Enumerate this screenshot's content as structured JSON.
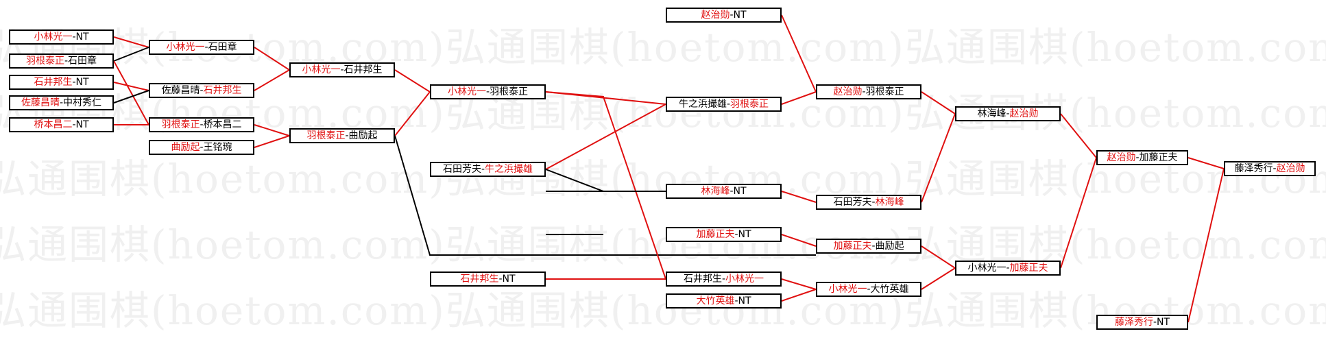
{
  "watermark": {
    "text": "弘通围棋(hoetom.com)弘通围棋(hoetom.com)弘通围棋(hoetom.com)"
  },
  "colors": {
    "winner": "#e01010",
    "loser": "#000000",
    "wire_win": "#e01010",
    "wire_lose": "#000000"
  },
  "matches": {
    "m1": {
      "p1": "小林光一",
      "sep": "-",
      "p2": "NT",
      "winner": "p1"
    },
    "m2": {
      "p1": "羽根泰正",
      "sep": "-",
      "p2": "石田章",
      "winner": "p1"
    },
    "m3": {
      "p1": "石井邦生",
      "sep": "-",
      "p2": "NT",
      "winner": "p1"
    },
    "m4": {
      "p1": "佐藤昌晴",
      "sep": "-",
      "p2": "中村秀仁",
      "winner": "p1"
    },
    "m5": {
      "p1": "桥本昌二",
      "sep": "-",
      "p2": "NT",
      "winner": "p1"
    },
    "m6": {
      "p1": "小林光一",
      "sep": "-",
      "p2": "石田章",
      "winner": "p1"
    },
    "m7": {
      "p1": "佐藤昌晴",
      "sep": "-",
      "p2": "石井邦生",
      "winner": "p2"
    },
    "m8": {
      "p1": "羽根泰正",
      "sep": "-",
      "p2": "桥本昌二",
      "winner": "p1"
    },
    "m9": {
      "p1": "曲励起",
      "sep": "-",
      "p2": "王铭琬",
      "winner": "p1"
    },
    "m10": {
      "p1": "小林光一",
      "sep": "-",
      "p2": "石井邦生",
      "winner": "p1"
    },
    "m11": {
      "p1": "羽根泰正",
      "sep": "-",
      "p2": "曲励起",
      "winner": "p1"
    },
    "m12": {
      "p1": "小林光一",
      "sep": "-",
      "p2": "羽根泰正",
      "winner": "p1"
    },
    "m13": {
      "p1": "石田芳夫",
      "sep": "-",
      "p2": "牛之浜撮雄",
      "winner": "p2"
    },
    "m14": {
      "p1": "石井邦生",
      "sep": "-",
      "p2": "NT",
      "winner": "p1"
    },
    "m15": {
      "p1": "赵治勋",
      "sep": "-",
      "p2": "NT",
      "winner": "p1"
    },
    "m16": {
      "p1": "牛之浜撮雄",
      "sep": "-",
      "p2": "羽根泰正",
      "winner": "p2"
    },
    "m17": {
      "p1": "林海峰",
      "sep": "-",
      "p2": "NT",
      "winner": "p1"
    },
    "m18": {
      "p1": "加藤正夫",
      "sep": "-",
      "p2": "NT",
      "winner": "p1"
    },
    "m19": {
      "p1": "石井邦生",
      "sep": "-",
      "p2": "小林光一",
      "winner": "p2"
    },
    "m20": {
      "p1": "大竹英雄",
      "sep": "-",
      "p2": "NT",
      "winner": "p1"
    },
    "m21": {
      "p1": "赵治勋",
      "sep": "-",
      "p2": "羽根泰正",
      "winner": "p1"
    },
    "m22": {
      "p1": "石田芳夫",
      "sep": "-",
      "p2": "林海峰",
      "winner": "p2"
    },
    "m23": {
      "p1": "加藤正夫",
      "sep": "-",
      "p2": "曲励起",
      "winner": "p1"
    },
    "m24": {
      "p1": "小林光一",
      "sep": "-",
      "p2": "大竹英雄",
      "winner": "p1"
    },
    "m25": {
      "p1": "林海峰",
      "sep": "-",
      "p2": "赵治勋",
      "winner": "p2"
    },
    "m26": {
      "p1": "小林光一",
      "sep": "-",
      "p2": "加藤正夫",
      "winner": "p2"
    },
    "m27": {
      "p1": "赵治勋",
      "sep": "-",
      "p2": "加藤正夫",
      "winner": "p1"
    },
    "m28": {
      "p1": "藤泽秀行",
      "sep": "-",
      "p2": "NT",
      "winner": "p1"
    },
    "m29": {
      "p1": "藤泽秀行",
      "sep": "-",
      "p2": "赵治勋",
      "winner": "p2"
    }
  }
}
